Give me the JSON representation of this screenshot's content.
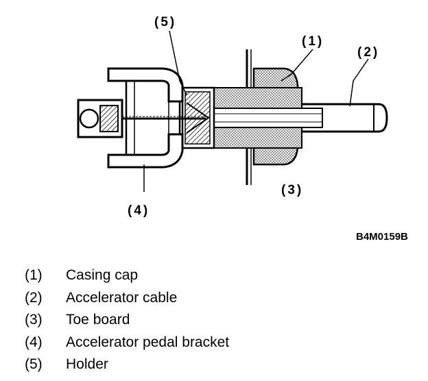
{
  "diagram": {
    "figure_code": "B4M0159B",
    "callouts": [
      "(1)",
      "(2)",
      "(3)",
      "(4)",
      "(5)"
    ]
  },
  "legend": [
    {
      "num": "(1)",
      "label": "Casing cap"
    },
    {
      "num": "(2)",
      "label": "Accelerator cable"
    },
    {
      "num": "(3)",
      "label": "Toe board"
    },
    {
      "num": "(4)",
      "label": "Accelerator pedal bracket"
    },
    {
      "num": "(5)",
      "label": "Holder"
    }
  ]
}
